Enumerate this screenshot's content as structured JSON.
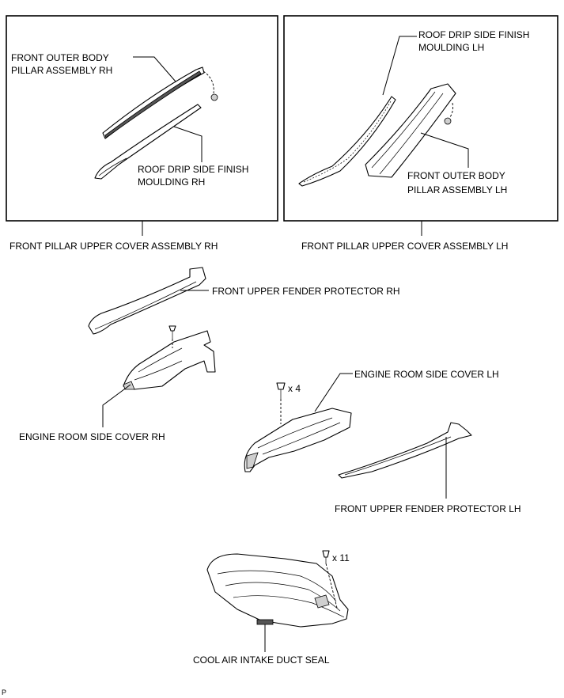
{
  "labels": {
    "front_outer_body_pillar_rh": [
      "FRONT OUTER BODY",
      "PILLAR ASSEMBLY RH"
    ],
    "roof_drip_rh": [
      "ROOF DRIP SIDE FINISH",
      "MOULDING RH"
    ],
    "roof_drip_lh": [
      "ROOF DRIP SIDE FINISH",
      "MOULDING LH"
    ],
    "front_outer_body_pillar_lh": [
      "FRONT OUTER BODY",
      "PILLAR ASSEMBLY LH"
    ],
    "front_pillar_upper_cover_rh": "FRONT PILLAR UPPER COVER ASSEMBLY RH",
    "front_pillar_upper_cover_lh": "FRONT PILLAR UPPER COVER ASSEMBLY LH",
    "front_upper_fender_protector_rh": "FRONT UPPER FENDER PROTECTOR RH",
    "engine_room_side_cover_rh": "ENGINE ROOM SIDE COVER RH",
    "engine_room_side_cover_lh": "ENGINE ROOM SIDE COVER LH",
    "clip_qty_side_cover": "x 4",
    "front_upper_fender_protector_lh": "FRONT UPPER FENDER PROTECTOR LH",
    "clip_qty_duct_seal": "x 11",
    "cool_air_intake_duct_seal": "COOL AIR INTAKE DUCT SEAL",
    "figure_code": "P"
  }
}
